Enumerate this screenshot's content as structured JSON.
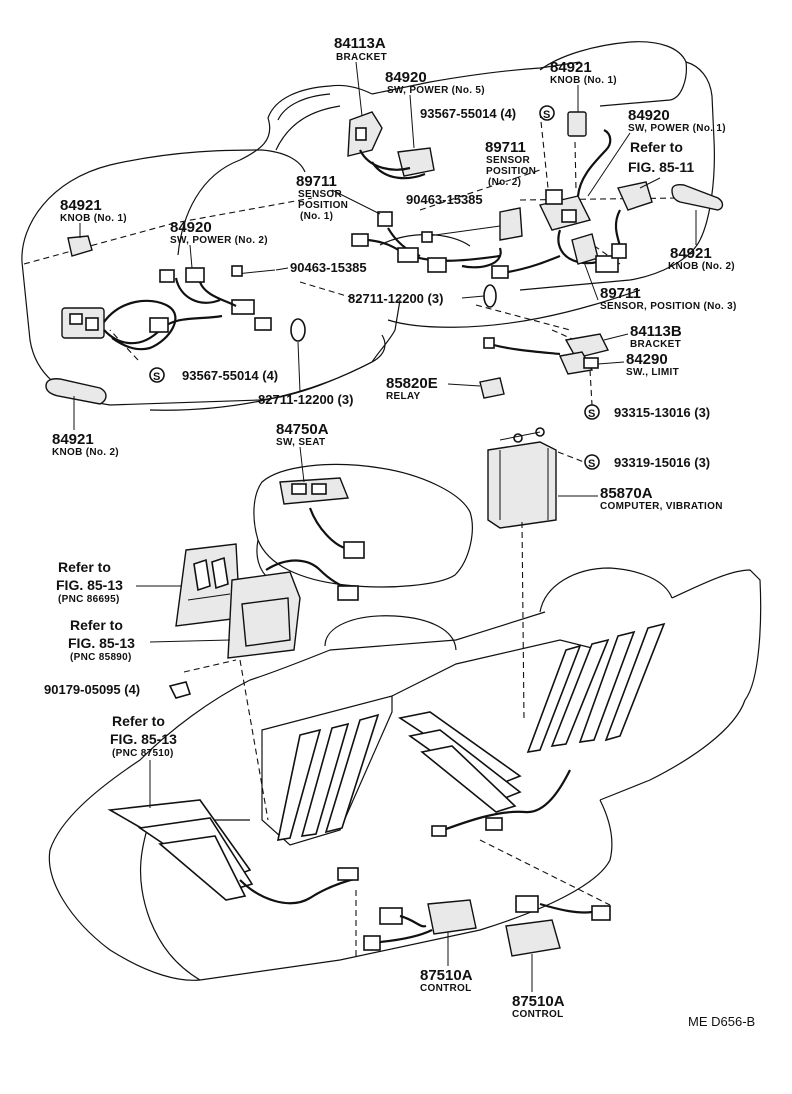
{
  "parts": {
    "p84113A": {
      "number": "84113A",
      "desc": "BRACKET"
    },
    "p84920_5": {
      "number": "84920",
      "desc": "SW, POWER (No. 5)"
    },
    "p84921_top": {
      "number": "84921",
      "desc": "KNOB (No. 1)"
    },
    "p93567_top": {
      "number": "93567-55014 (4)"
    },
    "p89711_2": {
      "number": "89711",
      "desc1": "SENSOR",
      "desc2": "POSITION",
      "desc3": "(No. 2)"
    },
    "p84920_1": {
      "number": "84920",
      "desc": "SW, POWER (No. 1)"
    },
    "ref_85_11": {
      "line1": "Refer to",
      "line2": "FIG. 85-11"
    },
    "p89711_1": {
      "number": "89711",
      "desc1": "SENSOR",
      "desc2": "POSITION",
      "desc3": "(No. 1)"
    },
    "p90463_a": {
      "number": "90463-15385"
    },
    "p84921_left": {
      "number": "84921",
      "desc": "KNOB (No. 1)"
    },
    "p84920_2": {
      "number": "84920",
      "desc": "SW, POWER (No. 2)"
    },
    "p90463_b": {
      "number": "90463-15385"
    },
    "p84921_right": {
      "number": "84921",
      "desc": "KNOB (No. 2)"
    },
    "p82711_a": {
      "number": "82711-12200 (3)"
    },
    "p89711_3": {
      "number": "89711",
      "desc": "SENSOR, POSITION (No. 3)"
    },
    "p84113B": {
      "number": "84113B",
      "desc": "BRACKET"
    },
    "p93567_bot": {
      "number": "93567-55014 (4)"
    },
    "p84290": {
      "number": "84290",
      "desc": "SW., LIMIT"
    },
    "p85820E": {
      "number": "85820E",
      "desc": "RELAY"
    },
    "p82711_b": {
      "number": "82711-12200 (3)"
    },
    "p93315": {
      "number": "93315-13016 (3)"
    },
    "p84921_bot": {
      "number": "84921",
      "desc": "KNOB (No. 2)"
    },
    "p84750A": {
      "number": "84750A",
      "desc": "SW, SEAT"
    },
    "p93319": {
      "number": "93319-15016 (3)"
    },
    "p85870A": {
      "number": "85870A",
      "desc": "COMPUTER, VIBRATION"
    },
    "ref_86695": {
      "line1": "Refer to",
      "line2": "FIG. 85-13",
      "line3": "(PNC 86695)"
    },
    "ref_85890": {
      "line1": "Refer to",
      "line2": "FIG. 85-13",
      "line3": "(PNC 85890)"
    },
    "p90179": {
      "number": "90179-05095 (4)"
    },
    "ref_87510": {
      "line1": "Refer to",
      "line2": "FIG. 85-13",
      "line3": "(PNC 87510)"
    },
    "p87510A_a": {
      "number": "87510A",
      "desc": "CONTROL"
    },
    "p87510A_b": {
      "number": "87510A",
      "desc": "CONTROL"
    }
  },
  "screw_symbol": "S",
  "drawing_code": "ME  D656-B"
}
